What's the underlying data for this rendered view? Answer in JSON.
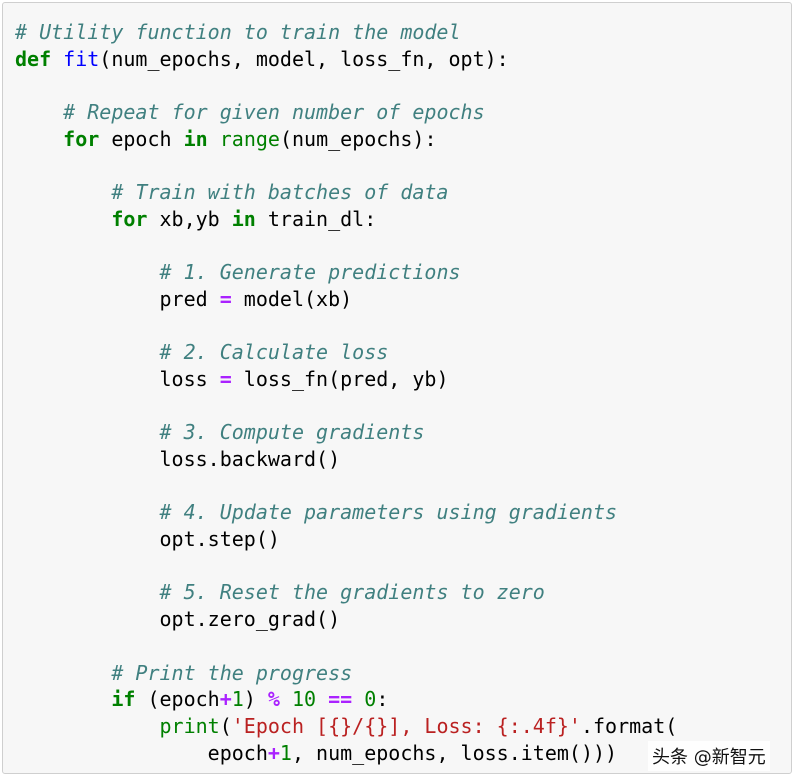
{
  "code_cell": {
    "lines": [
      [
        {
          "t": "# Utility function to train the model",
          "c": "comment"
        }
      ],
      [
        {
          "t": "def",
          "c": "keyword"
        },
        {
          "t": " ",
          "c": "plain"
        },
        {
          "t": "fit",
          "c": "funcname"
        },
        {
          "t": "(num_epochs, model, loss_fn, opt):",
          "c": "plain"
        }
      ],
      [],
      [
        {
          "t": "    ",
          "c": "plain"
        },
        {
          "t": "# Repeat for given number of epochs",
          "c": "comment"
        }
      ],
      [
        {
          "t": "    ",
          "c": "plain"
        },
        {
          "t": "for",
          "c": "keyword"
        },
        {
          "t": " epoch ",
          "c": "plain"
        },
        {
          "t": "in",
          "c": "keyword"
        },
        {
          "t": " ",
          "c": "plain"
        },
        {
          "t": "range",
          "c": "builtin"
        },
        {
          "t": "(num_epochs):",
          "c": "plain"
        }
      ],
      [],
      [
        {
          "t": "        ",
          "c": "plain"
        },
        {
          "t": "# Train with batches of data",
          "c": "comment"
        }
      ],
      [
        {
          "t": "        ",
          "c": "plain"
        },
        {
          "t": "for",
          "c": "keyword"
        },
        {
          "t": " xb,yb ",
          "c": "plain"
        },
        {
          "t": "in",
          "c": "keyword"
        },
        {
          "t": " train_dl:",
          "c": "plain"
        }
      ],
      [],
      [
        {
          "t": "            ",
          "c": "plain"
        },
        {
          "t": "# 1. Generate predictions",
          "c": "comment"
        }
      ],
      [
        {
          "t": "            pred ",
          "c": "plain"
        },
        {
          "t": "=",
          "c": "operator"
        },
        {
          "t": " model(xb)",
          "c": "plain"
        }
      ],
      [],
      [
        {
          "t": "            ",
          "c": "plain"
        },
        {
          "t": "# 2. Calculate loss",
          "c": "comment"
        }
      ],
      [
        {
          "t": "            loss ",
          "c": "plain"
        },
        {
          "t": "=",
          "c": "operator"
        },
        {
          "t": " loss_fn(pred, yb)",
          "c": "plain"
        }
      ],
      [],
      [
        {
          "t": "            ",
          "c": "plain"
        },
        {
          "t": "# 3. Compute gradients",
          "c": "comment"
        }
      ],
      [
        {
          "t": "            loss.backward()",
          "c": "plain"
        }
      ],
      [],
      [
        {
          "t": "            ",
          "c": "plain"
        },
        {
          "t": "# 4. Update parameters using gradients",
          "c": "comment"
        }
      ],
      [
        {
          "t": "            opt.step()",
          "c": "plain"
        }
      ],
      [],
      [
        {
          "t": "            ",
          "c": "plain"
        },
        {
          "t": "# 5. Reset the gradients to zero",
          "c": "comment"
        }
      ],
      [
        {
          "t": "            opt.zero_grad()",
          "c": "plain"
        }
      ],
      [],
      [
        {
          "t": "        ",
          "c": "plain"
        },
        {
          "t": "# Print the progress",
          "c": "comment"
        }
      ],
      [
        {
          "t": "        ",
          "c": "plain"
        },
        {
          "t": "if",
          "c": "keyword"
        },
        {
          "t": " (epoch",
          "c": "plain"
        },
        {
          "t": "+",
          "c": "operator"
        },
        {
          "t": "1",
          "c": "number"
        },
        {
          "t": ") ",
          "c": "plain"
        },
        {
          "t": "%",
          "c": "operator"
        },
        {
          "t": " ",
          "c": "plain"
        },
        {
          "t": "10",
          "c": "number"
        },
        {
          "t": " ",
          "c": "plain"
        },
        {
          "t": "==",
          "c": "operator"
        },
        {
          "t": " ",
          "c": "plain"
        },
        {
          "t": "0",
          "c": "number"
        },
        {
          "t": ":",
          "c": "plain"
        }
      ],
      [
        {
          "t": "            ",
          "c": "plain"
        },
        {
          "t": "print",
          "c": "builtin"
        },
        {
          "t": "(",
          "c": "plain"
        },
        {
          "t": "'Epoch [{}/{}], Loss: {:.4f}'",
          "c": "string"
        },
        {
          "t": ".format(",
          "c": "plain"
        }
      ],
      [
        {
          "t": "                epoch",
          "c": "plain"
        },
        {
          "t": "+",
          "c": "operator"
        },
        {
          "t": "1",
          "c": "number"
        },
        {
          "t": ", num_epochs, loss.item()))",
          "c": "plain"
        }
      ]
    ]
  },
  "watermark": {
    "text": "头条 @新智元"
  }
}
